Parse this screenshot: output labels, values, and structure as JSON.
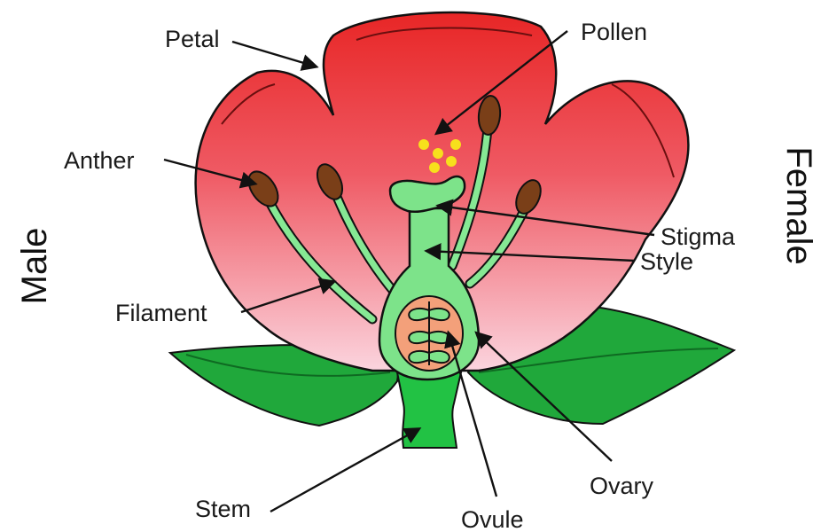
{
  "labels": {
    "petal": "Petal",
    "pollen": "Pollen",
    "anther": "Anther",
    "stigma": "Stigma",
    "style": "Style",
    "filament": "Filament",
    "stem": "Stem",
    "ovule": "Ovule",
    "ovary": "Ovary"
  },
  "side_labels": {
    "left": "Male",
    "right": "Female"
  },
  "colors": {
    "petal_top": "#ea2a2a",
    "petal_bottom": "#fbd0dc",
    "leaf": "#1fa53a",
    "pistil": "#7de38a",
    "anther": "#7a3f18",
    "ovule": "#f3a07a",
    "pollen": "#f7e01c"
  }
}
